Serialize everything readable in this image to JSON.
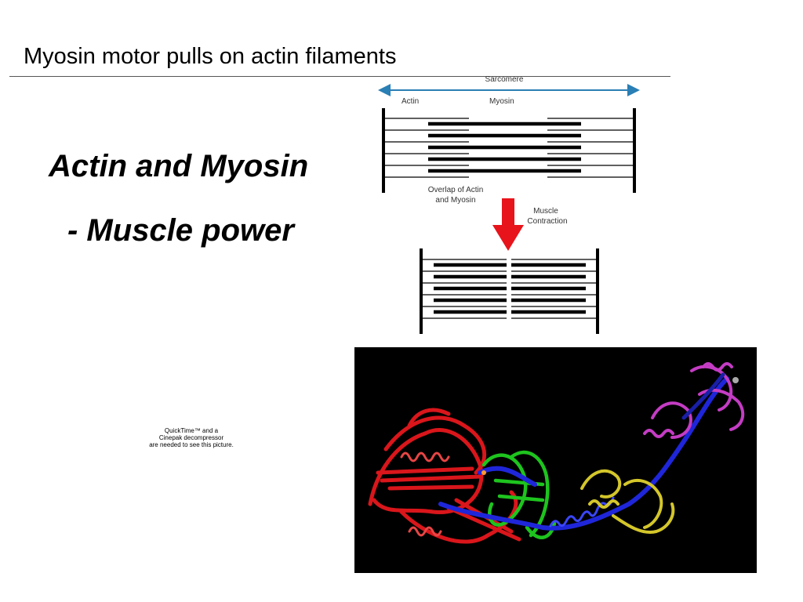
{
  "slide": {
    "title": "Myosin motor pulls on actin filaments",
    "headline_line1": "Actin and Myosin",
    "headline_line2": "- Muscle power"
  },
  "diagram": {
    "sarcomere_label": "Sarcomere",
    "actin_label": "Actin",
    "myosin_label": "Myosin",
    "overlap_label_line1": "Overlap of Actin",
    "overlap_label_line2": "and Myosin",
    "contraction_label_line1": "Muscle",
    "contraction_label_line2": "Contraction",
    "colors": {
      "arrow_blue": "#2a7fb5",
      "arrow_red": "#e8141b"
    }
  },
  "quicktime_placeholder": {
    "line1": "QuickTime™ and a",
    "line2": "Cinepak decompressor",
    "line3": "are needed to see this picture."
  },
  "protein_image": {
    "background": "#000000",
    "colors": [
      "#d9161b",
      "#1f26d9",
      "#1ec41e",
      "#d4c62a",
      "#c43cc4"
    ]
  }
}
